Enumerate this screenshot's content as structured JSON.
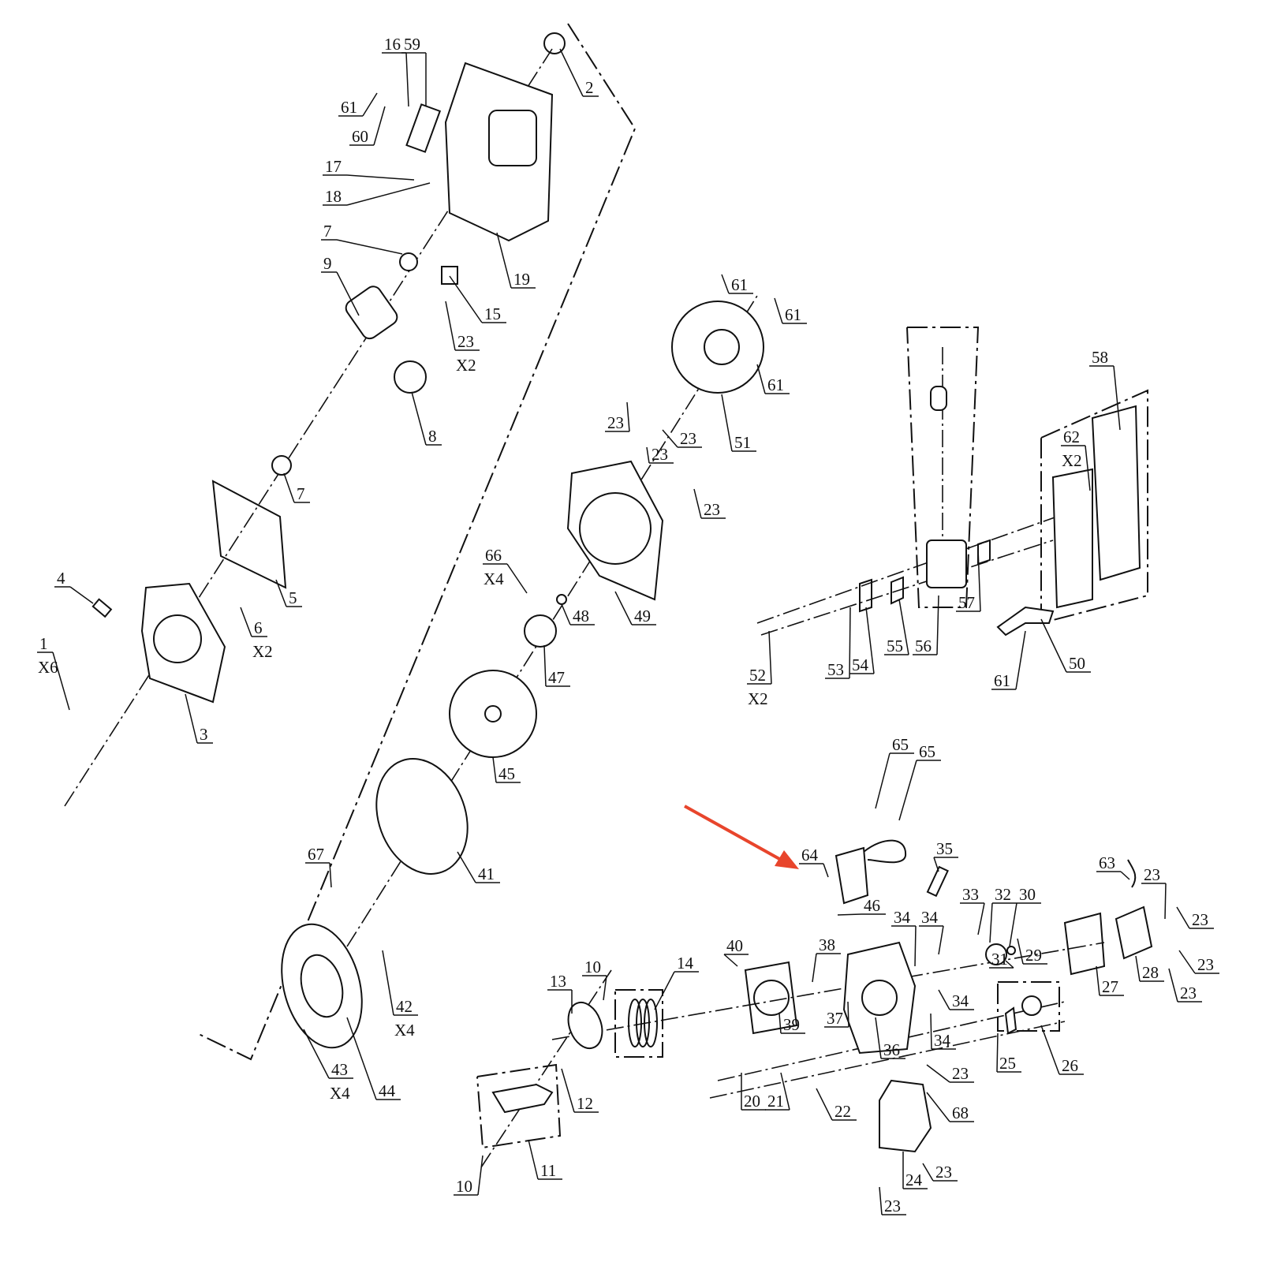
{
  "diagram": {
    "type": "exploded-parts-diagram",
    "arrow_color": "#e8452c",
    "callouts": [
      {
        "n": "16"
      },
      {
        "n": "59"
      },
      {
        "n": "2"
      },
      {
        "n": "61"
      },
      {
        "n": "60"
      },
      {
        "n": "17"
      },
      {
        "n": "18"
      },
      {
        "n": "7"
      },
      {
        "n": "9"
      },
      {
        "n": "19"
      },
      {
        "n": "15"
      },
      {
        "n": "23",
        "q": "X2"
      },
      {
        "n": "8"
      },
      {
        "n": "7"
      },
      {
        "n": "5"
      },
      {
        "n": "4"
      },
      {
        "n": "6",
        "q": "X2"
      },
      {
        "n": "1",
        "q": "X6"
      },
      {
        "n": "3"
      },
      {
        "n": "61"
      },
      {
        "n": "61"
      },
      {
        "n": "61"
      },
      {
        "n": "51"
      },
      {
        "n": "23"
      },
      {
        "n": "23"
      },
      {
        "n": "23"
      },
      {
        "n": "23"
      },
      {
        "n": "66",
        "q": "X4"
      },
      {
        "n": "48"
      },
      {
        "n": "49"
      },
      {
        "n": "47"
      },
      {
        "n": "45"
      },
      {
        "n": "41"
      },
      {
        "n": "67"
      },
      {
        "n": "42",
        "q": "X4"
      },
      {
        "n": "43",
        "q": "X4"
      },
      {
        "n": "44"
      },
      {
        "n": "58"
      },
      {
        "n": "62",
        "q": "X2"
      },
      {
        "n": "57"
      },
      {
        "n": "56"
      },
      {
        "n": "55"
      },
      {
        "n": "54"
      },
      {
        "n": "53"
      },
      {
        "n": "52",
        "q": "X2"
      },
      {
        "n": "61"
      },
      {
        "n": "50"
      },
      {
        "n": "65"
      },
      {
        "n": "65"
      },
      {
        "n": "64"
      },
      {
        "n": "46"
      },
      {
        "n": "35"
      },
      {
        "n": "33"
      },
      {
        "n": "32"
      },
      {
        "n": "30"
      },
      {
        "n": "34"
      },
      {
        "n": "34"
      },
      {
        "n": "31"
      },
      {
        "n": "29"
      },
      {
        "n": "63"
      },
      {
        "n": "23"
      },
      {
        "n": "23"
      },
      {
        "n": "23"
      },
      {
        "n": "23"
      },
      {
        "n": "28"
      },
      {
        "n": "27"
      },
      {
        "n": "40"
      },
      {
        "n": "38"
      },
      {
        "n": "37"
      },
      {
        "n": "36"
      },
      {
        "n": "34"
      },
      {
        "n": "34"
      },
      {
        "n": "39"
      },
      {
        "n": "14"
      },
      {
        "n": "13"
      },
      {
        "n": "10"
      },
      {
        "n": "12"
      },
      {
        "n": "11"
      },
      {
        "n": "10"
      },
      {
        "n": "20"
      },
      {
        "n": "21"
      },
      {
        "n": "22"
      },
      {
        "n": "23"
      },
      {
        "n": "68"
      },
      {
        "n": "25"
      },
      {
        "n": "26"
      },
      {
        "n": "24"
      },
      {
        "n": "23"
      },
      {
        "n": "23"
      }
    ]
  }
}
